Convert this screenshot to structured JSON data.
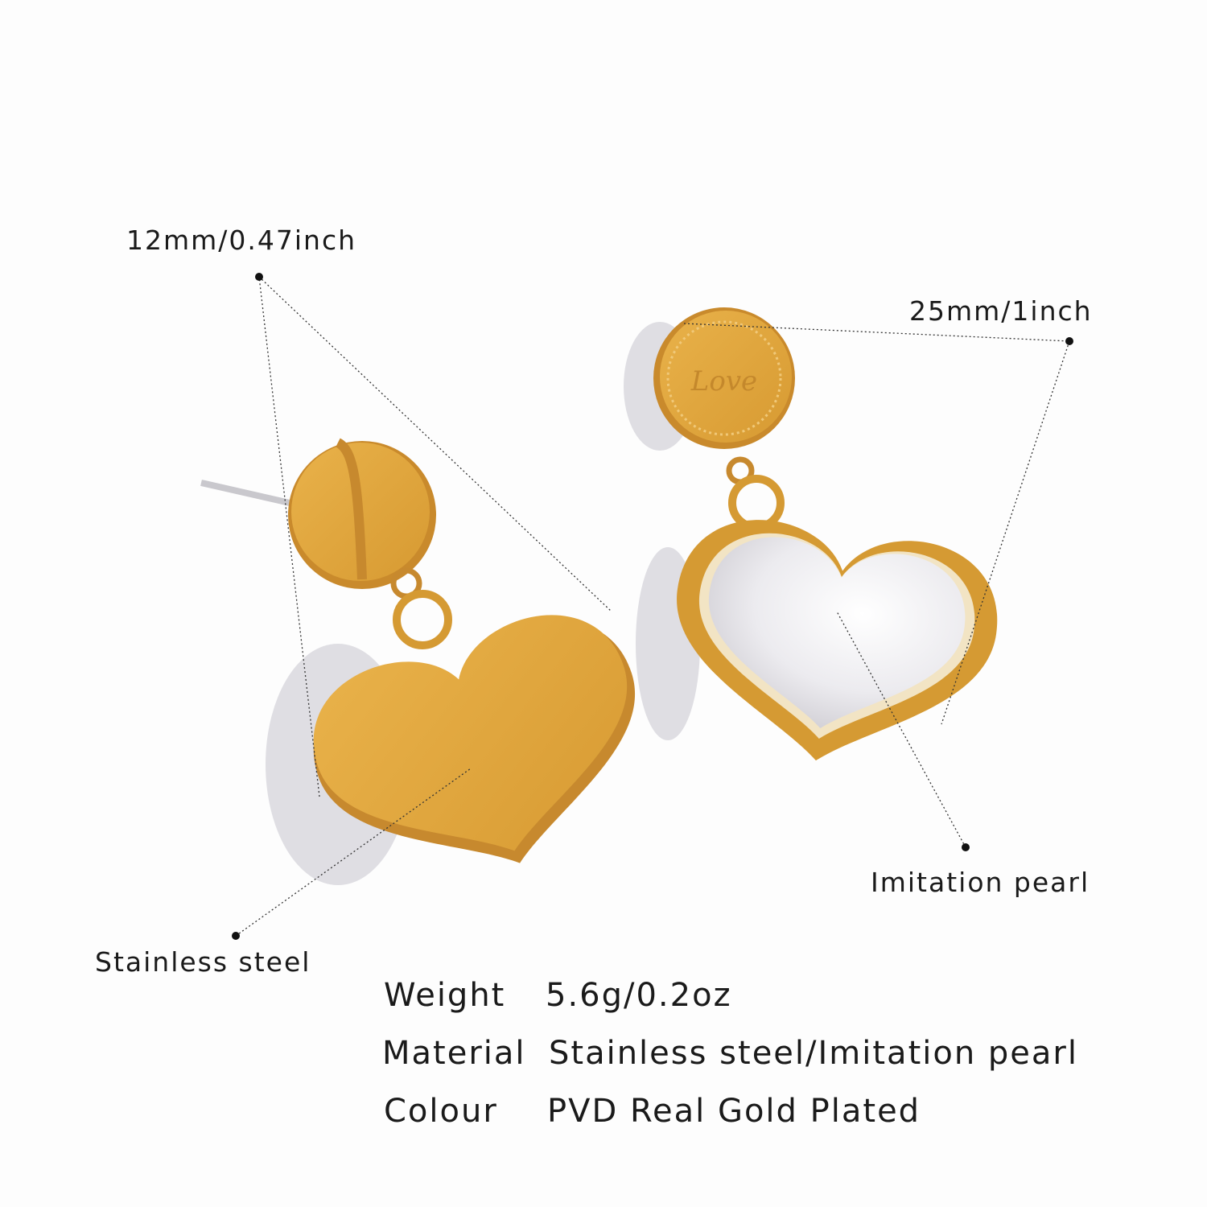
{
  "annotations": {
    "width_dimension": "12mm/0.47inch",
    "length_dimension": "25mm/1inch",
    "pearl_label": "Imitation  pearl",
    "steel_label": "Stainless  steel"
  },
  "engraving": "Love",
  "specs": [
    {
      "label": "Weight",
      "value": "5.6g/0.2oz"
    },
    {
      "label": "Material",
      "value": "Stainless  steel/Imitation  pearl"
    },
    {
      "label": "Colour",
      "value": "PVD  Real  Gold  Plated"
    }
  ],
  "colors": {
    "gold": "#E0A43A",
    "gold_dark": "#C9892A",
    "pearl": "#EEEDF0",
    "shadow": "#D9D8DD"
  }
}
